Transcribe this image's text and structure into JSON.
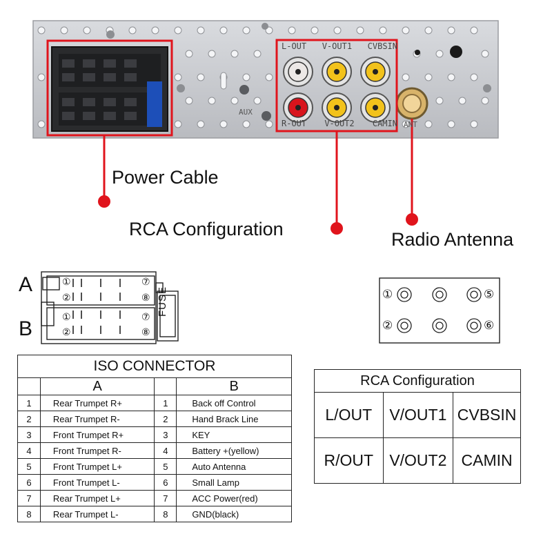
{
  "callouts": {
    "power_cable": "Power Cable",
    "rca_configuration": "RCA Configuration",
    "radio_antenna": "Radio Antenna"
  },
  "panel_labels": {
    "jack_top_row": [
      "L-OUT",
      "V-OUT1",
      "CVBSIN"
    ],
    "jack_bottom_row": [
      "R-OUT",
      "V-OUT2",
      "CAMIN"
    ],
    "aux": "AUX",
    "antenna": "ANT"
  },
  "iso_diagram": {
    "label_a": "A",
    "label_b": "B",
    "fuse": "FUSE",
    "pins_left_top": "①",
    "pins_left_bottom": "②",
    "pins_right_top": "⑦",
    "pins_right_bottom": "⑧"
  },
  "rca_diagram": {
    "pins": [
      "①",
      "②",
      "⑤",
      "⑥"
    ]
  },
  "iso_table": {
    "title": "ISO CONNECTOR",
    "header_a": "A",
    "header_b": "B",
    "rows": [
      {
        "num_a": "1",
        "a": "Rear Trumpet R+",
        "num_b": "1",
        "b": "Back off Control"
      },
      {
        "num_a": "2",
        "a": "Rear Trumpet R-",
        "num_b": "2",
        "b": "Hand Brack Line"
      },
      {
        "num_a": "3",
        "a": "Front Trumpet R+",
        "num_b": "3",
        "b": "KEY"
      },
      {
        "num_a": "4",
        "a": "Front Trumpet R-",
        "num_b": "4",
        "b": "Battery +(yellow)"
      },
      {
        "num_a": "5",
        "a": "Front Trumpet L+",
        "num_b": "5",
        "b": "Auto Antenna"
      },
      {
        "num_a": "6",
        "a": "Front Trumpet L-",
        "num_b": "6",
        "b": "Small Lamp"
      },
      {
        "num_a": "7",
        "a": "Rear Trumpet L+",
        "num_b": "7",
        "b": "ACC Power(red)"
      },
      {
        "num_a": "8",
        "a": "Rear Trumpet L-",
        "num_b": "8",
        "b": "GND(black)"
      }
    ]
  },
  "rca_table": {
    "title": "RCA Configuration",
    "row1": [
      "L/OUT",
      "V/OUT1",
      "CVBSIN"
    ],
    "row2": [
      "R/OUT",
      "V/OUT2",
      "CAMIN"
    ]
  },
  "colors": {
    "highlight_red": "#e0141c",
    "panel_grey": "#c9cbcf",
    "jack_yellow": "#f2c21b",
    "jack_red": "#d8141c",
    "jack_white": "#ece8e6"
  }
}
